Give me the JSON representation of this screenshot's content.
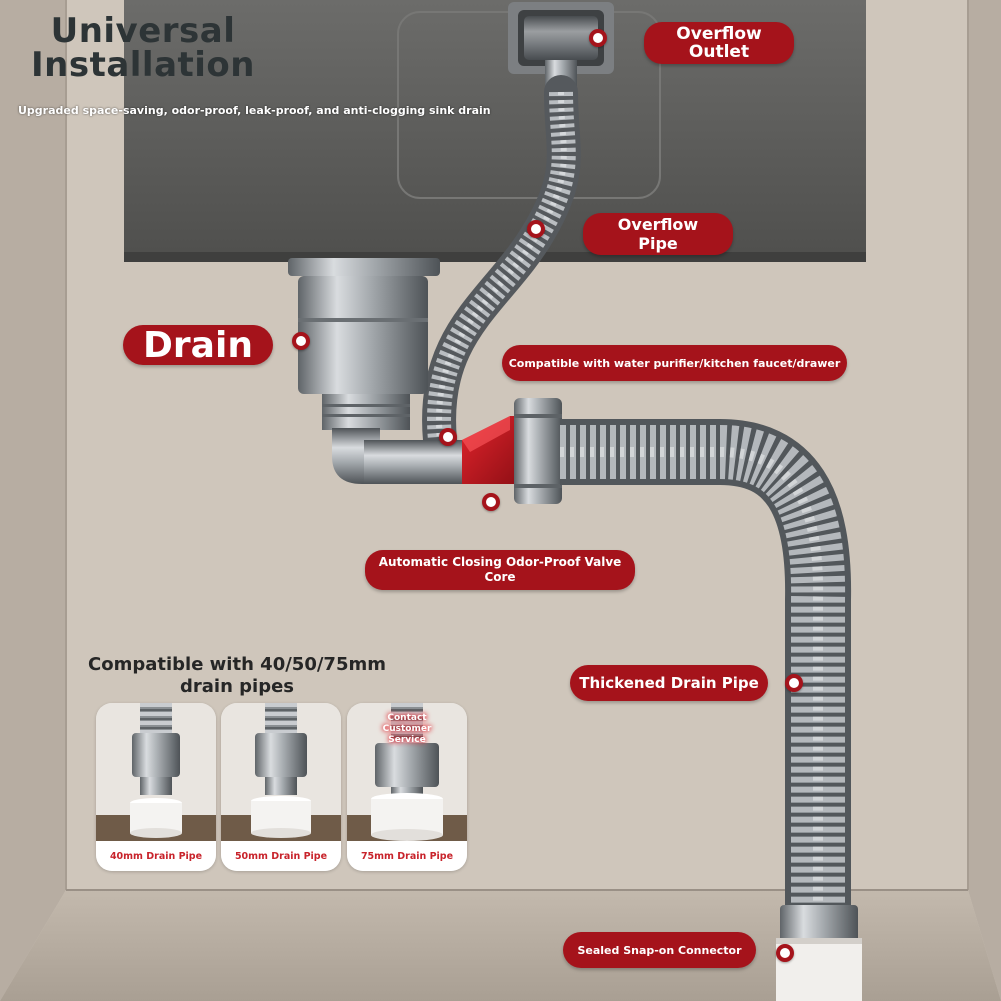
{
  "header": {
    "title_line1": "Universal",
    "title_line2": "Installation",
    "subtitle": "Upgraded space-saving, odor-proof, leak-proof, and anti-clogging sink drain"
  },
  "callouts": {
    "overflow_outlet": [
      "Overflow",
      "Outlet"
    ],
    "overflow_pipe": [
      "Overflow",
      "Pipe"
    ],
    "drain": "Drain",
    "compatible": "Compatible with water purifier/kitchen faucet/drawer",
    "valve_core": [
      "Automatic Closing Odor-Proof Valve",
      "Core"
    ],
    "thickened_pipe": "Thickened Drain Pipe",
    "snap_connector": "Sealed Snap-on Connector"
  },
  "compat": {
    "title_line1": "Compatible with 40/50/75mm",
    "title_line2": "drain pipes",
    "cards": [
      {
        "label": "40mm Drain Pipe"
      },
      {
        "label": "50mm Drain Pipe"
      },
      {
        "label": "75mm Drain Pipe"
      }
    ],
    "service_badge": [
      "Contact",
      "Customer",
      "Service"
    ]
  },
  "colors": {
    "accent": "#a5131b",
    "sink": "#5e5e5c",
    "background": "#cfc6bb",
    "metal": "#8e9296"
  }
}
